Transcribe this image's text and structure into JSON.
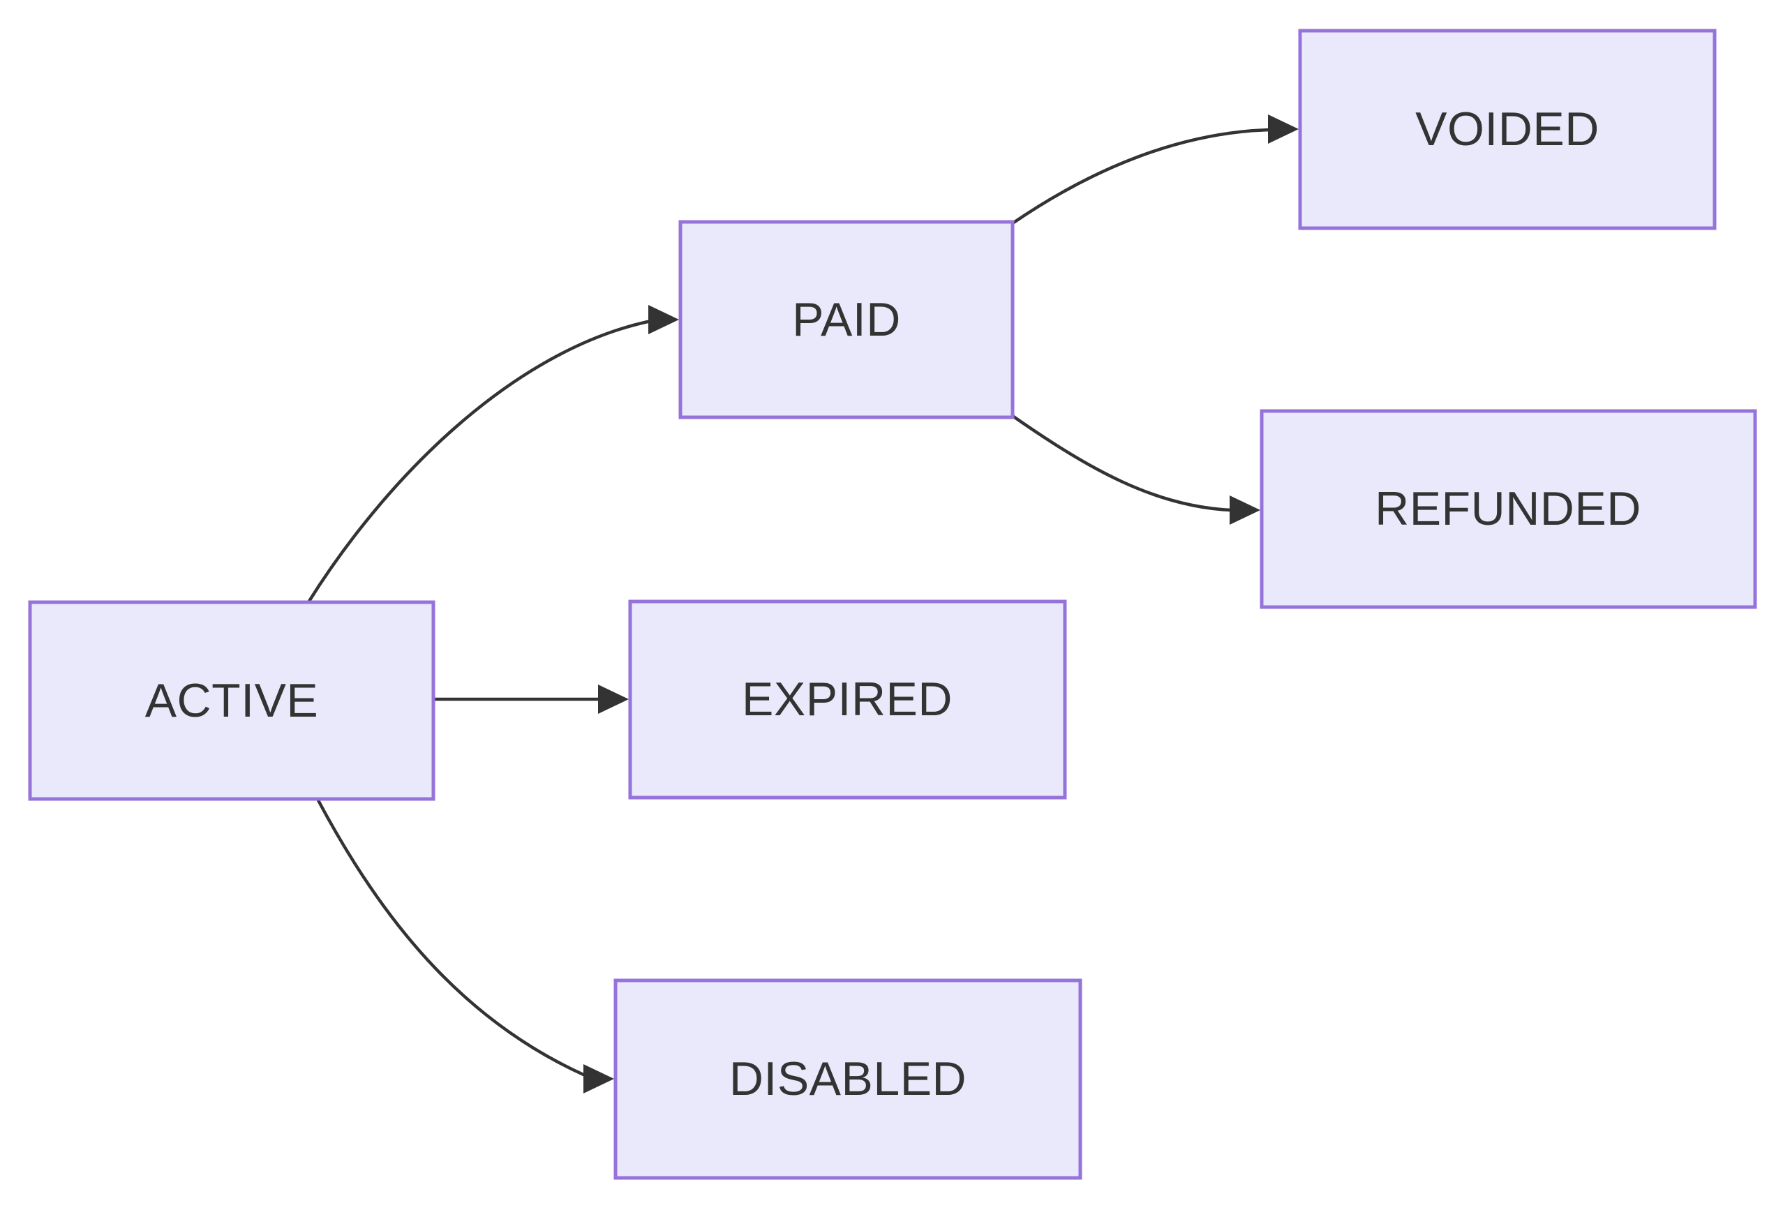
{
  "diagram": {
    "type": "state-transition-flowchart",
    "background_color": "#ffffff",
    "colors": {
      "node_fill": "#E9E9FB",
      "node_border": "#9673DB",
      "edge": "#333333",
      "label": "#333333"
    },
    "nodes": {
      "active": {
        "label": "ACTIVE"
      },
      "paid": {
        "label": "PAID"
      },
      "expired": {
        "label": "EXPIRED"
      },
      "disabled": {
        "label": "DISABLED"
      },
      "voided": {
        "label": "VOIDED"
      },
      "refunded": {
        "label": "REFUNDED"
      }
    },
    "edges": [
      {
        "from": "ACTIVE",
        "to": "PAID",
        "shape": "curved-up-right"
      },
      {
        "from": "ACTIVE",
        "to": "EXPIRED",
        "shape": "straight-right"
      },
      {
        "from": "ACTIVE",
        "to": "DISABLED",
        "shape": "curved-down-right"
      },
      {
        "from": "PAID",
        "to": "VOIDED",
        "shape": "curved-up-right"
      },
      {
        "from": "PAID",
        "to": "REFUNDED",
        "shape": "curved-down-right"
      }
    ]
  }
}
